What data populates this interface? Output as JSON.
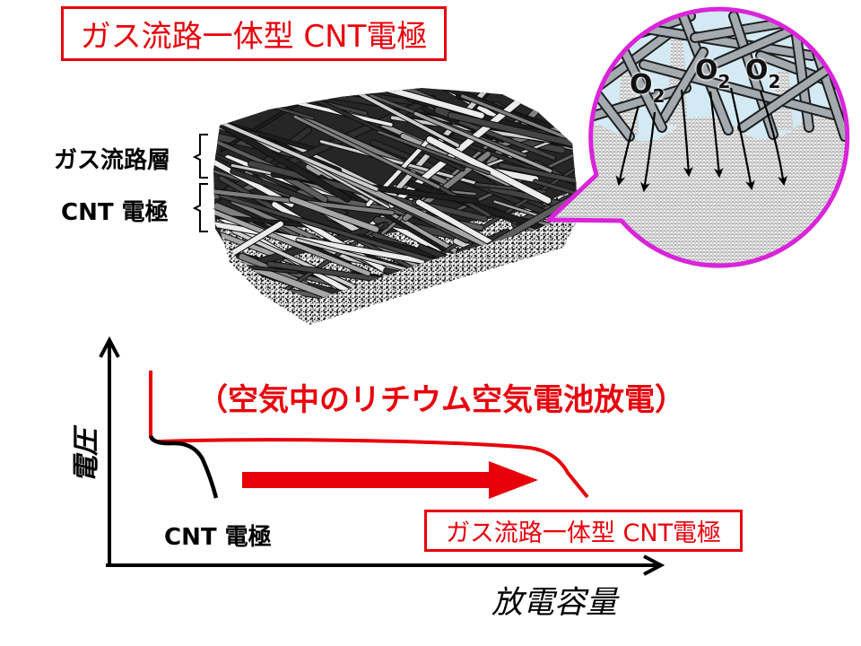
{
  "title": "ガス流路一体型 CNT電極",
  "illustration": {
    "layer_labels": {
      "gas_channel_layer": "ガス流路層",
      "cnt_electrode": "CNT 電極"
    },
    "callout": {
      "molecules": [
        {
          "base": "O",
          "sub": "2"
        },
        {
          "base": "O",
          "sub": "2"
        },
        {
          "base": "O",
          "sub": "2"
        }
      ]
    }
  },
  "chart": {
    "annotation": "（空気中のリチウム空気電池放電）",
    "ylabel": "電圧",
    "xlabel": "放電容量",
    "series_labels": {
      "cnt_electrode": "CNT 電極",
      "gas_channel_cnt_electrode": "ガス流路一体型 CNT電極"
    }
  },
  "colors": {
    "accent": "#e8000b",
    "callout_border": "#d924d9",
    "curve_baseline": "#000000"
  }
}
